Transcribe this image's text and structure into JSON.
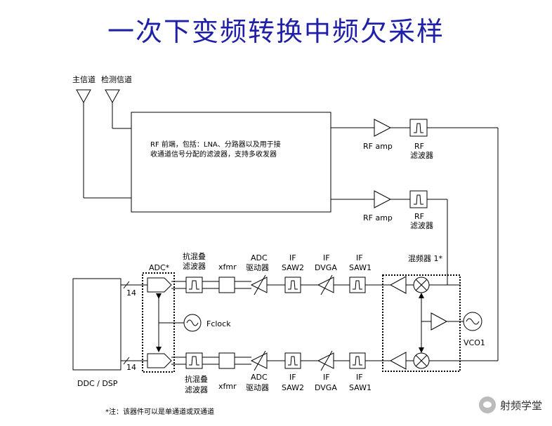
{
  "title": "一次下变频转换中频欠采样",
  "antennas": {
    "main": "主信道",
    "detect": "检测信道"
  },
  "rf_frontend": {
    "line1": "RF 前端，包括：LNA、分路器以及用于接",
    "line2": "收通道信号分配的滤波器，支持多收发器"
  },
  "rf_amp": "RF amp",
  "rf_filter": {
    "line1": "RF",
    "line2": "滤波器"
  },
  "mixer_label": "混频器 1*",
  "vco": "VCO1",
  "chain_labels": {
    "adc": "ADC*",
    "aa_filter": {
      "line1": "抗混叠",
      "line2": "滤波器"
    },
    "xfmr": "xfmr",
    "adc_driver": {
      "line1": "ADC",
      "line2": "驱动器"
    },
    "if_saw2": {
      "line1": "IF",
      "line2": "SAW2"
    },
    "if_dvga": {
      "line1": "IF",
      "line2": "DVGA"
    },
    "if_saw1": {
      "line1": "IF",
      "line2": "SAW1"
    }
  },
  "fclock": "Fclock",
  "bus_width": "14",
  "dsp": "DDC / DSP",
  "footnote": "*注：该器件可以是单通道或双通道",
  "watermark": "射频学堂"
}
